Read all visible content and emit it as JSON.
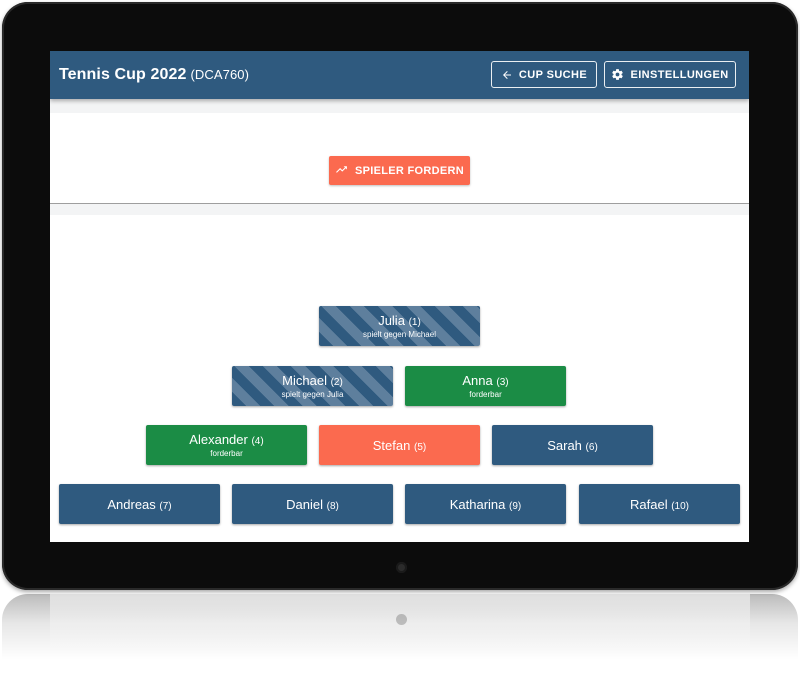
{
  "appbar": {
    "title": "Tennis Cup 2022",
    "code": "(DCA760)",
    "search_button": {
      "label": "CUP SUCHE",
      "icon": "arrow-left-icon"
    },
    "settings_button": {
      "label": "EINSTELLUNGEN",
      "icon": "gear-icon"
    }
  },
  "challenge_button": {
    "label": "SPIELER FORDERN",
    "icon": "trending-up-icon"
  },
  "colors": {
    "primary": "#2f5a7f",
    "green": "#1b8c45",
    "accent": "#fb6a4f"
  },
  "pyramid": {
    "rows": [
      [
        {
          "name": "Julia",
          "rank": "(1)",
          "status": "spielt gegen Michael",
          "state": "striped"
        }
      ],
      [
        {
          "name": "Michael",
          "rank": "(2)",
          "status": "spielt gegen Julia",
          "state": "striped"
        },
        {
          "name": "Anna",
          "rank": "(3)",
          "status": "forderbar",
          "state": "green"
        }
      ],
      [
        {
          "name": "Alexander",
          "rank": "(4)",
          "status": "forderbar",
          "state": "green"
        },
        {
          "name": "Stefan",
          "rank": "(5)",
          "status": "",
          "state": "red"
        },
        {
          "name": "Sarah",
          "rank": "(6)",
          "status": "",
          "state": "blue"
        }
      ],
      [
        {
          "name": "Andreas",
          "rank": "(7)",
          "status": "",
          "state": "blue"
        },
        {
          "name": "Daniel",
          "rank": "(8)",
          "status": "",
          "state": "blue"
        },
        {
          "name": "Katharina",
          "rank": "(9)",
          "status": "",
          "state": "blue"
        },
        {
          "name": "Rafael",
          "rank": "(10)",
          "status": "",
          "state": "blue"
        }
      ]
    ]
  }
}
